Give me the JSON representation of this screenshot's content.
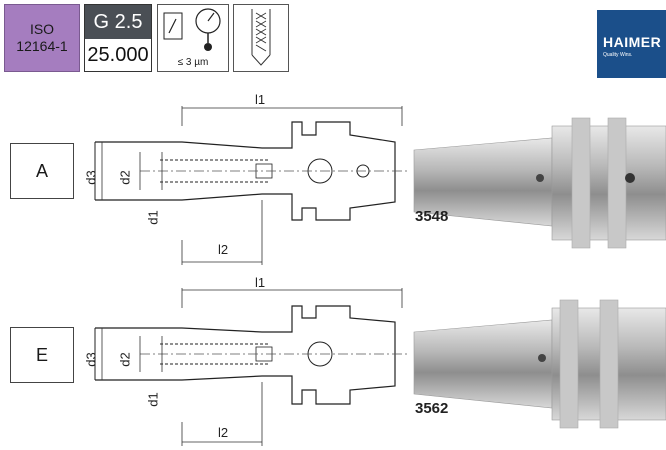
{
  "header": {
    "iso_line1": "ISO",
    "iso_line2": "12164-1",
    "balance_grade": "G 2.5",
    "balance_rpm": "25.000",
    "runout": "≤ 3 µm"
  },
  "logo": {
    "name": "HAIMER",
    "tagline": "Quality Wins."
  },
  "variants": [
    {
      "letter": "A",
      "code": "3548",
      "l1": "l1",
      "l2": "l2",
      "d1": "d1",
      "d2": "d2",
      "d3": "d3"
    },
    {
      "letter": "E",
      "code": "3562",
      "l1": "l1",
      "l2": "l2",
      "d1": "d1",
      "d2": "d2",
      "d3": "d3"
    }
  ],
  "colors": {
    "iso_purple": "#a57dbf",
    "grade_dark": "#4a4f55",
    "logo_blue": "#1b4f8a"
  },
  "icons": [
    "dial-gauge-icon",
    "shrink-tool-icon"
  ]
}
